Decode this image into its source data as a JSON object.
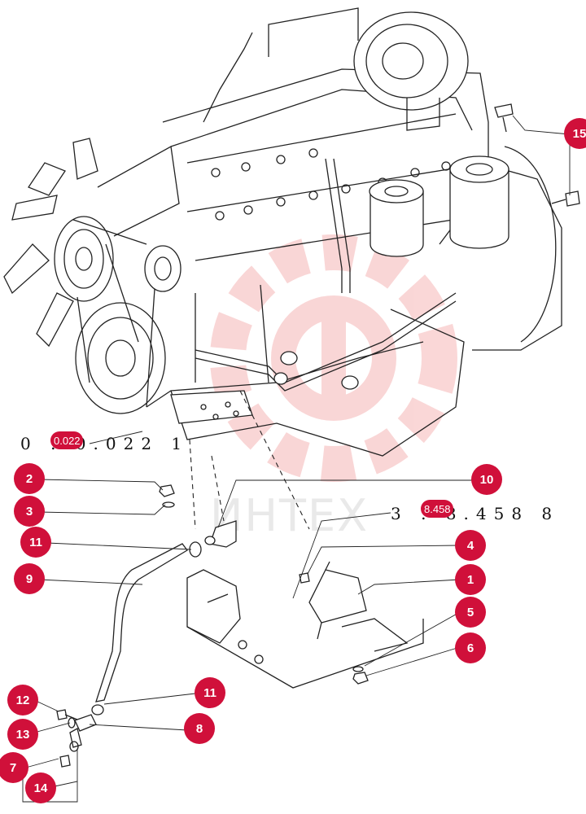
{
  "watermark": {
    "text": "ИНТЕХ",
    "logo": "gear-logo"
  },
  "references": [
    {
      "id": "ref-engine",
      "text": "0 . 0.022 1",
      "badge": "0.022"
    },
    {
      "id": "ref-bracket",
      "text": "3 . 8.458 8",
      "badge": "8.458"
    }
  ],
  "callouts": [
    {
      "id": "1",
      "label": "1"
    },
    {
      "id": "2",
      "label": "2"
    },
    {
      "id": "3",
      "label": "3"
    },
    {
      "id": "4",
      "label": "4"
    },
    {
      "id": "5",
      "label": "5"
    },
    {
      "id": "6",
      "label": "6"
    },
    {
      "id": "7",
      "label": "7"
    },
    {
      "id": "8",
      "label": "8"
    },
    {
      "id": "9",
      "label": "9"
    },
    {
      "id": "10",
      "label": "10"
    },
    {
      "id": "11a",
      "label": "11"
    },
    {
      "id": "11b",
      "label": "11"
    },
    {
      "id": "12",
      "label": "12"
    },
    {
      "id": "13",
      "label": "13"
    },
    {
      "id": "14",
      "label": "14"
    },
    {
      "id": "15",
      "label": "15"
    }
  ],
  "colors": {
    "callout": "#d0103a",
    "line": "#222222",
    "watermark": "#f3b7b7"
  }
}
